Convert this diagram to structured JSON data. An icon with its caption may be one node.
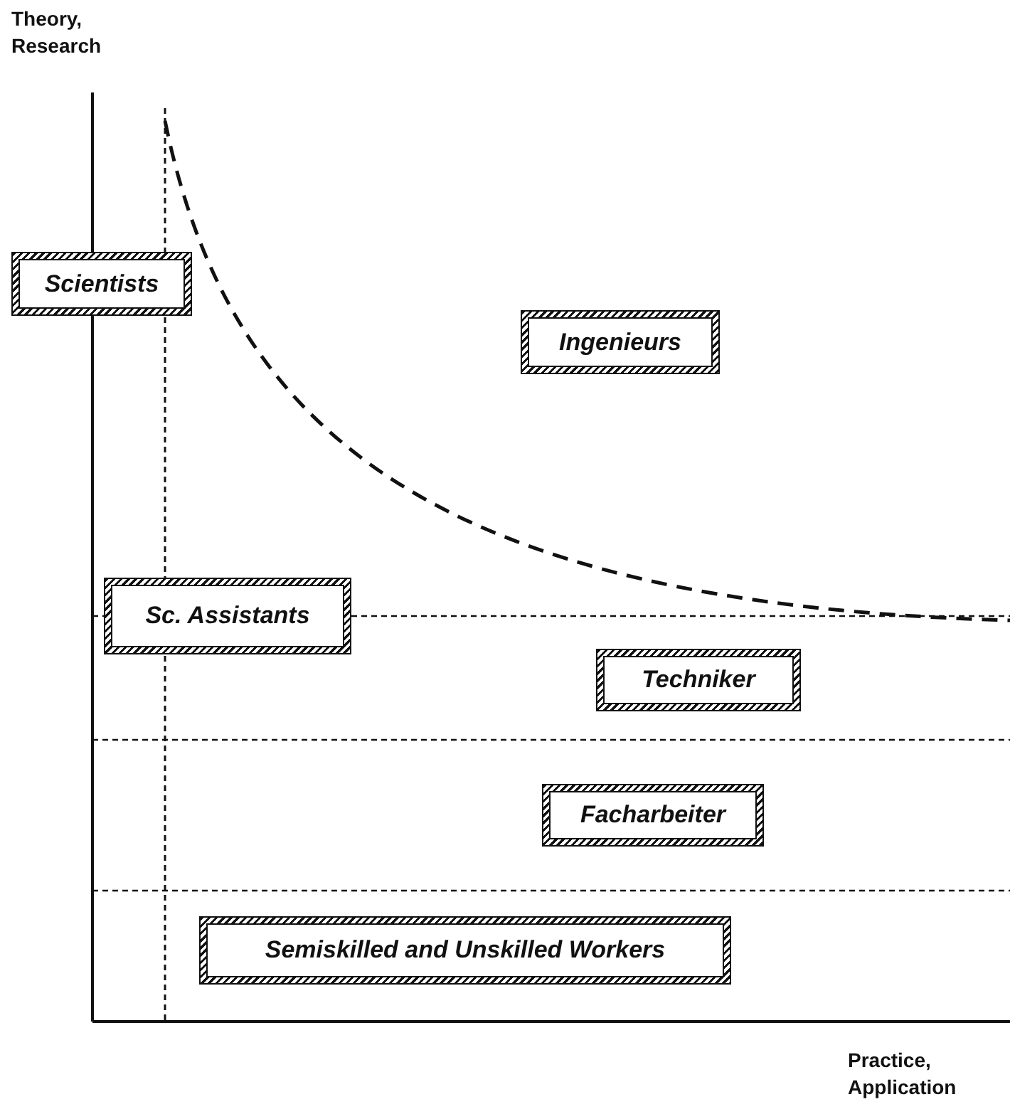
{
  "diagram": {
    "nodes": [
      {
        "text": [
          "Scientists"
        ]
      },
      {
        "text": [
          "Ingenieurs"
        ]
      },
      {
        "text": [
          "Sc. Assistants"
        ]
      },
      {
        "text": [
          "Techniker"
        ]
      },
      {
        "text": [
          "Facharbeiter"
        ]
      },
      {
        "text": [
          "Semiskilled and Unskilled Workers"
        ]
      }
    ],
    "labels": [
      "Theory, Research",
      "Practice, Application"
    ]
  }
}
